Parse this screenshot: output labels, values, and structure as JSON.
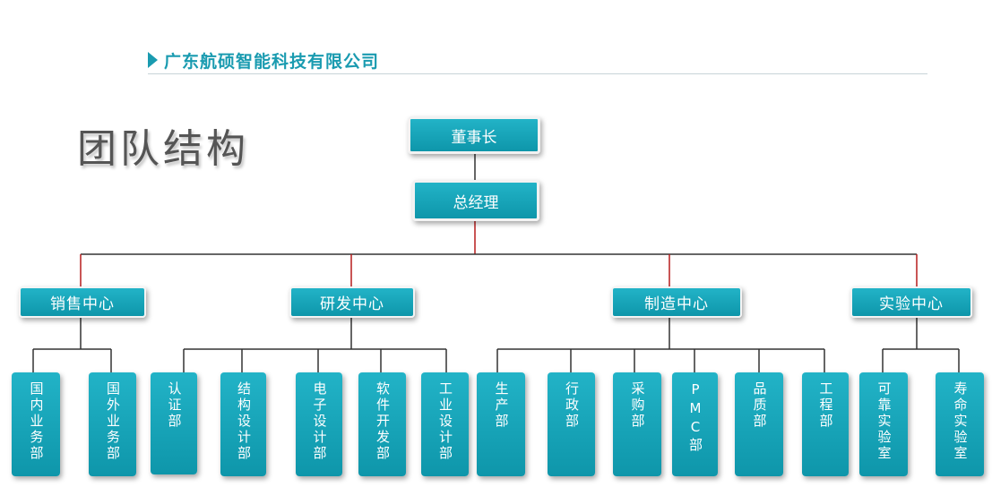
{
  "header": {
    "company": "广东航硕智能科技有限公司"
  },
  "title": "团队结构",
  "chairman": "董事长",
  "gm": "总经理",
  "departments": [
    {
      "label": "销售中心",
      "subs": [
        "国内业务部",
        "国外业务部"
      ]
    },
    {
      "label": "研发中心",
      "subs": [
        "认证部",
        "结构设计部",
        "电子设计部",
        "软件开发部",
        "工业设计部"
      ]
    },
    {
      "label": "制造中心",
      "subs": [
        "生产部",
        "行政部",
        "采购部",
        "PMC部",
        "品质部",
        "工程部"
      ]
    },
    {
      "label": "实验中心",
      "subs": [
        "可靠实验室",
        "寿命实验室"
      ]
    }
  ],
  "colors": {
    "box": "#1a9bb0",
    "trunk": "#b71c1c",
    "branch": "#333333",
    "header": "#1a9bb0"
  }
}
